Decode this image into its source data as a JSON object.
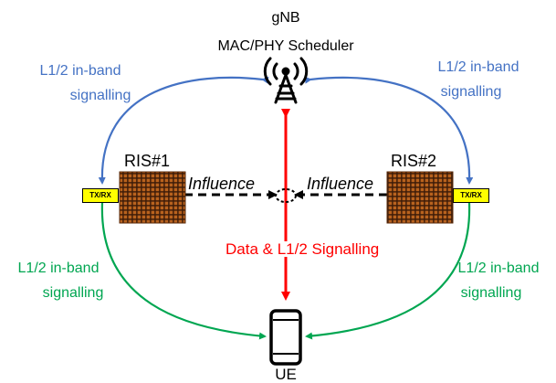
{
  "gnb": {
    "title": "gNB",
    "subtitle": "MAC/PHY Scheduler"
  },
  "ue": {
    "label": "UE"
  },
  "ris1": {
    "label": "RIS#1",
    "txrx": "TX/RX",
    "influence": "Influence"
  },
  "ris2": {
    "label": "RIS#2",
    "txrx": "TX/RX",
    "influence": "Influence"
  },
  "links": {
    "top_left": [
      "L1/2 in-band",
      "signalling"
    ],
    "top_right": [
      "L1/2 in-band",
      "signalling"
    ],
    "bottom_left": [
      "L1/2 in-band",
      "signalling"
    ],
    "bottom_right": [
      "L1/2 in-band",
      "signalling"
    ],
    "center": "Data & L1/2 Signalling"
  },
  "colors": {
    "blue_link": "#4472C4",
    "green_link": "#00A651",
    "data_link": "#FF0000",
    "ris_panel": "#8B4513",
    "txrx_fill": "#FFFF00"
  },
  "icons": {
    "gnb": "antenna-tower-icon",
    "ue": "smartphone-icon"
  }
}
